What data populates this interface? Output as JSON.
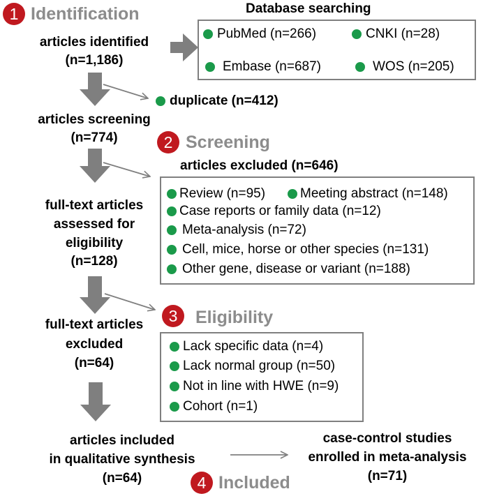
{
  "stages": {
    "identification": {
      "number": "1",
      "title": "Identification"
    },
    "screening": {
      "number": "2",
      "title": "Screening"
    },
    "eligibility": {
      "number": "3",
      "title": "Eligibility"
    },
    "included": {
      "number": "4",
      "title": "Included"
    }
  },
  "flow": {
    "identified": {
      "line1": "articles identified",
      "line2": "(n=1,186)"
    },
    "screening": {
      "line1": "articles screening",
      "line2": "(n=774)"
    },
    "fulltext_assessed": {
      "line1": "full-text articles",
      "line2": "assessed for",
      "line3": "eligibility",
      "line4": "(n=128)"
    },
    "fulltext_excluded": {
      "line1": "full-text articles",
      "line2": "excluded",
      "line3": "(n=64)"
    },
    "qualitative": {
      "line1": "articles included",
      "line2": "in qualitative synthesis",
      "line3": "(n=64)"
    },
    "meta": {
      "line1": "case-control studies",
      "line2": "enrolled in meta-analysis",
      "line3": "(n=71)"
    }
  },
  "database": {
    "header": "Database searching",
    "items": [
      "PubMed (n=266)",
      "CNKI (n=28)",
      "Embase (n=687)",
      "WOS (n=205)"
    ]
  },
  "duplicate": "duplicate (n=412)",
  "excluded_articles": {
    "header": "articles excluded (n=646)",
    "items": [
      "Review (n=95)",
      "Meeting abstract (n=148)",
      "Case reports or family data (n=12)",
      "Meta-analysis (n=72)",
      "Cell, mice, horse or other species (n=131)",
      "Other  gene, disease or variant (n=188)"
    ]
  },
  "excluded_fulltext": {
    "items": [
      "Lack specific data (n=4)",
      "Lack normal group (n=50)",
      "Not in line with HWE (n=9)",
      "Cohort (n=1)"
    ]
  },
  "colors": {
    "badge": "#c0191f",
    "stage_title": "#8c8c8c",
    "bullet": "#1a9a4a",
    "arrow": "#7f7f7f",
    "box_border": "#7f7f7f"
  }
}
